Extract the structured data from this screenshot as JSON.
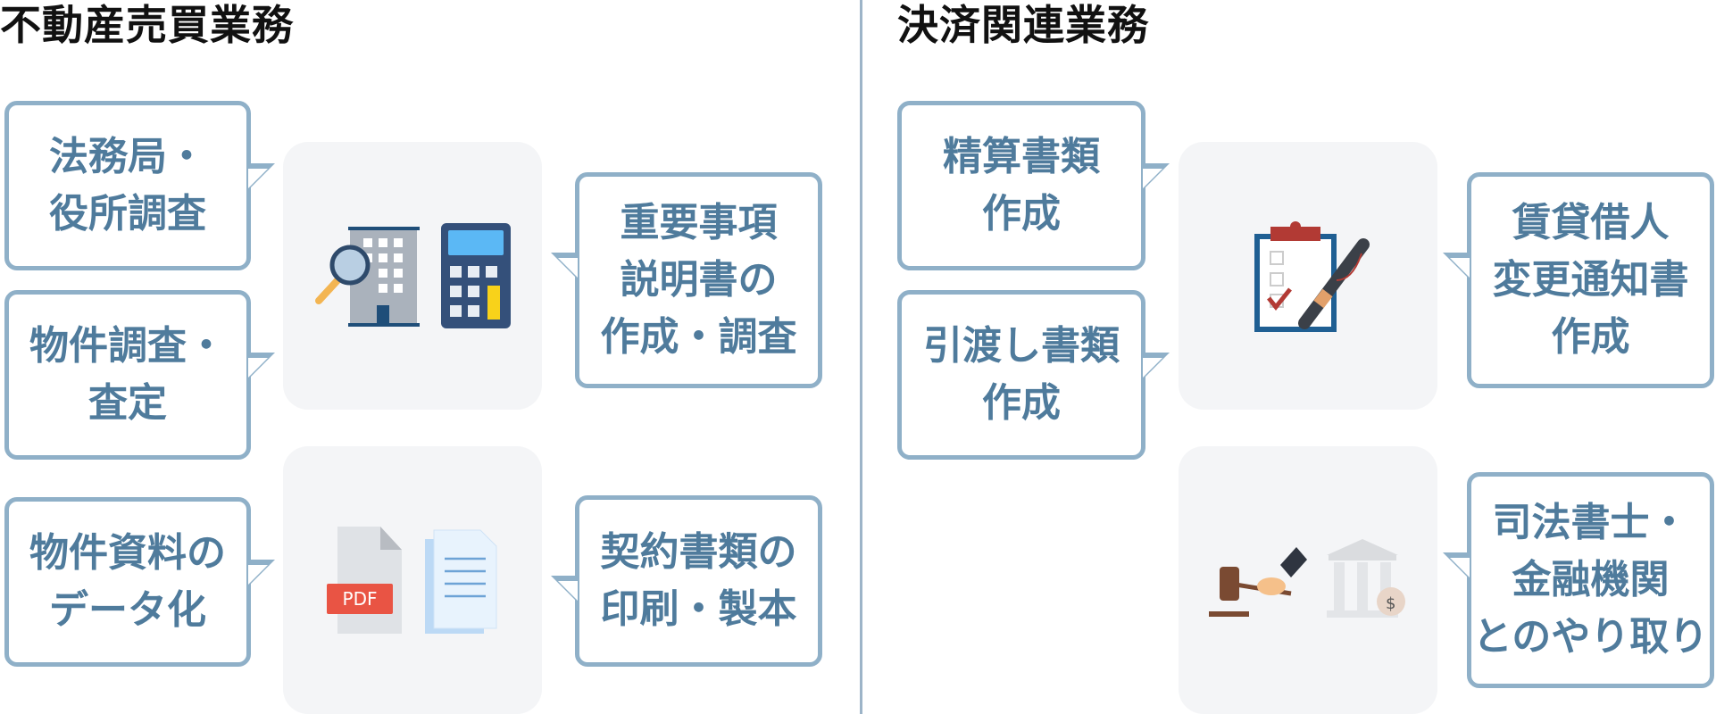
{
  "left_section": {
    "title": "不動産売買業務",
    "left_bubbles": [
      "法務局・\n役所調査",
      "物件調査・\n査定",
      "物件資料の\nデータ化"
    ],
    "right_bubbles": [
      "重要事項\n説明書の\n作成・調査",
      "契約書類の\n印刷・製本"
    ],
    "pdf_label": "PDF"
  },
  "right_section": {
    "title": "決済関連業務",
    "left_bubbles": [
      "精算書類\n作成",
      "引渡し書類\n作成"
    ],
    "right_bubbles": [
      "賃貸借人\n変更通知書\n作成",
      "司法書士・\n金融機関\nとのやり取り"
    ]
  },
  "colors": {
    "accent": "#4f7b9c",
    "border": "#8fb0c8",
    "card": "#f4f5f7"
  }
}
